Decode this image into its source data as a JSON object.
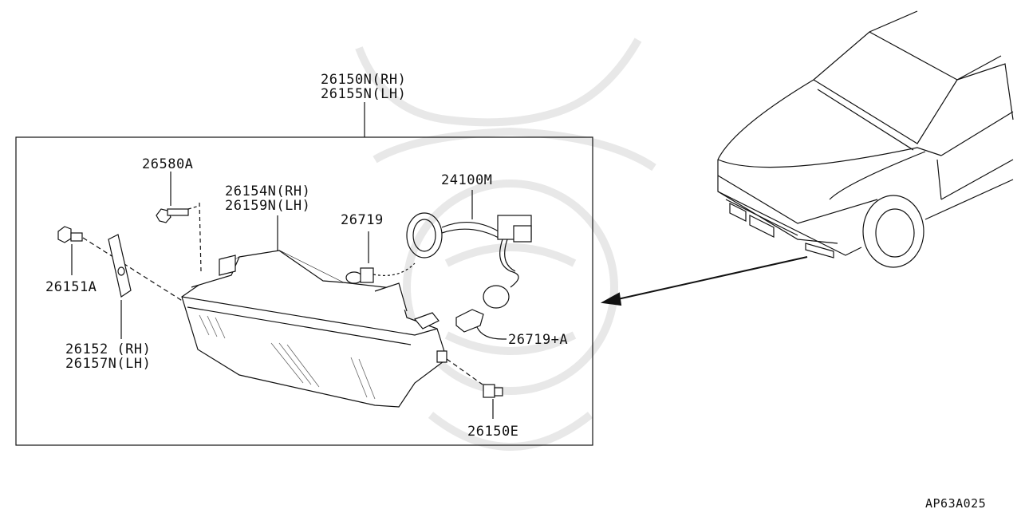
{
  "diagram": {
    "labels": {
      "assembly_rh": "26150N(RH)",
      "assembly_lh": "26155N(LH)",
      "screw": "26580A",
      "housing_rh": "26154N(RH)",
      "housing_lh": "26159N(LH)",
      "harness": "24100M",
      "bulb_main": "26719",
      "clip": "26151A",
      "side_lens_rh": "26152 (RH)",
      "side_lens_lh": "26157N(LH)",
      "bulb_side": "26719+A",
      "grommet": "26150E",
      "figure_code": "AP63A025"
    }
  }
}
